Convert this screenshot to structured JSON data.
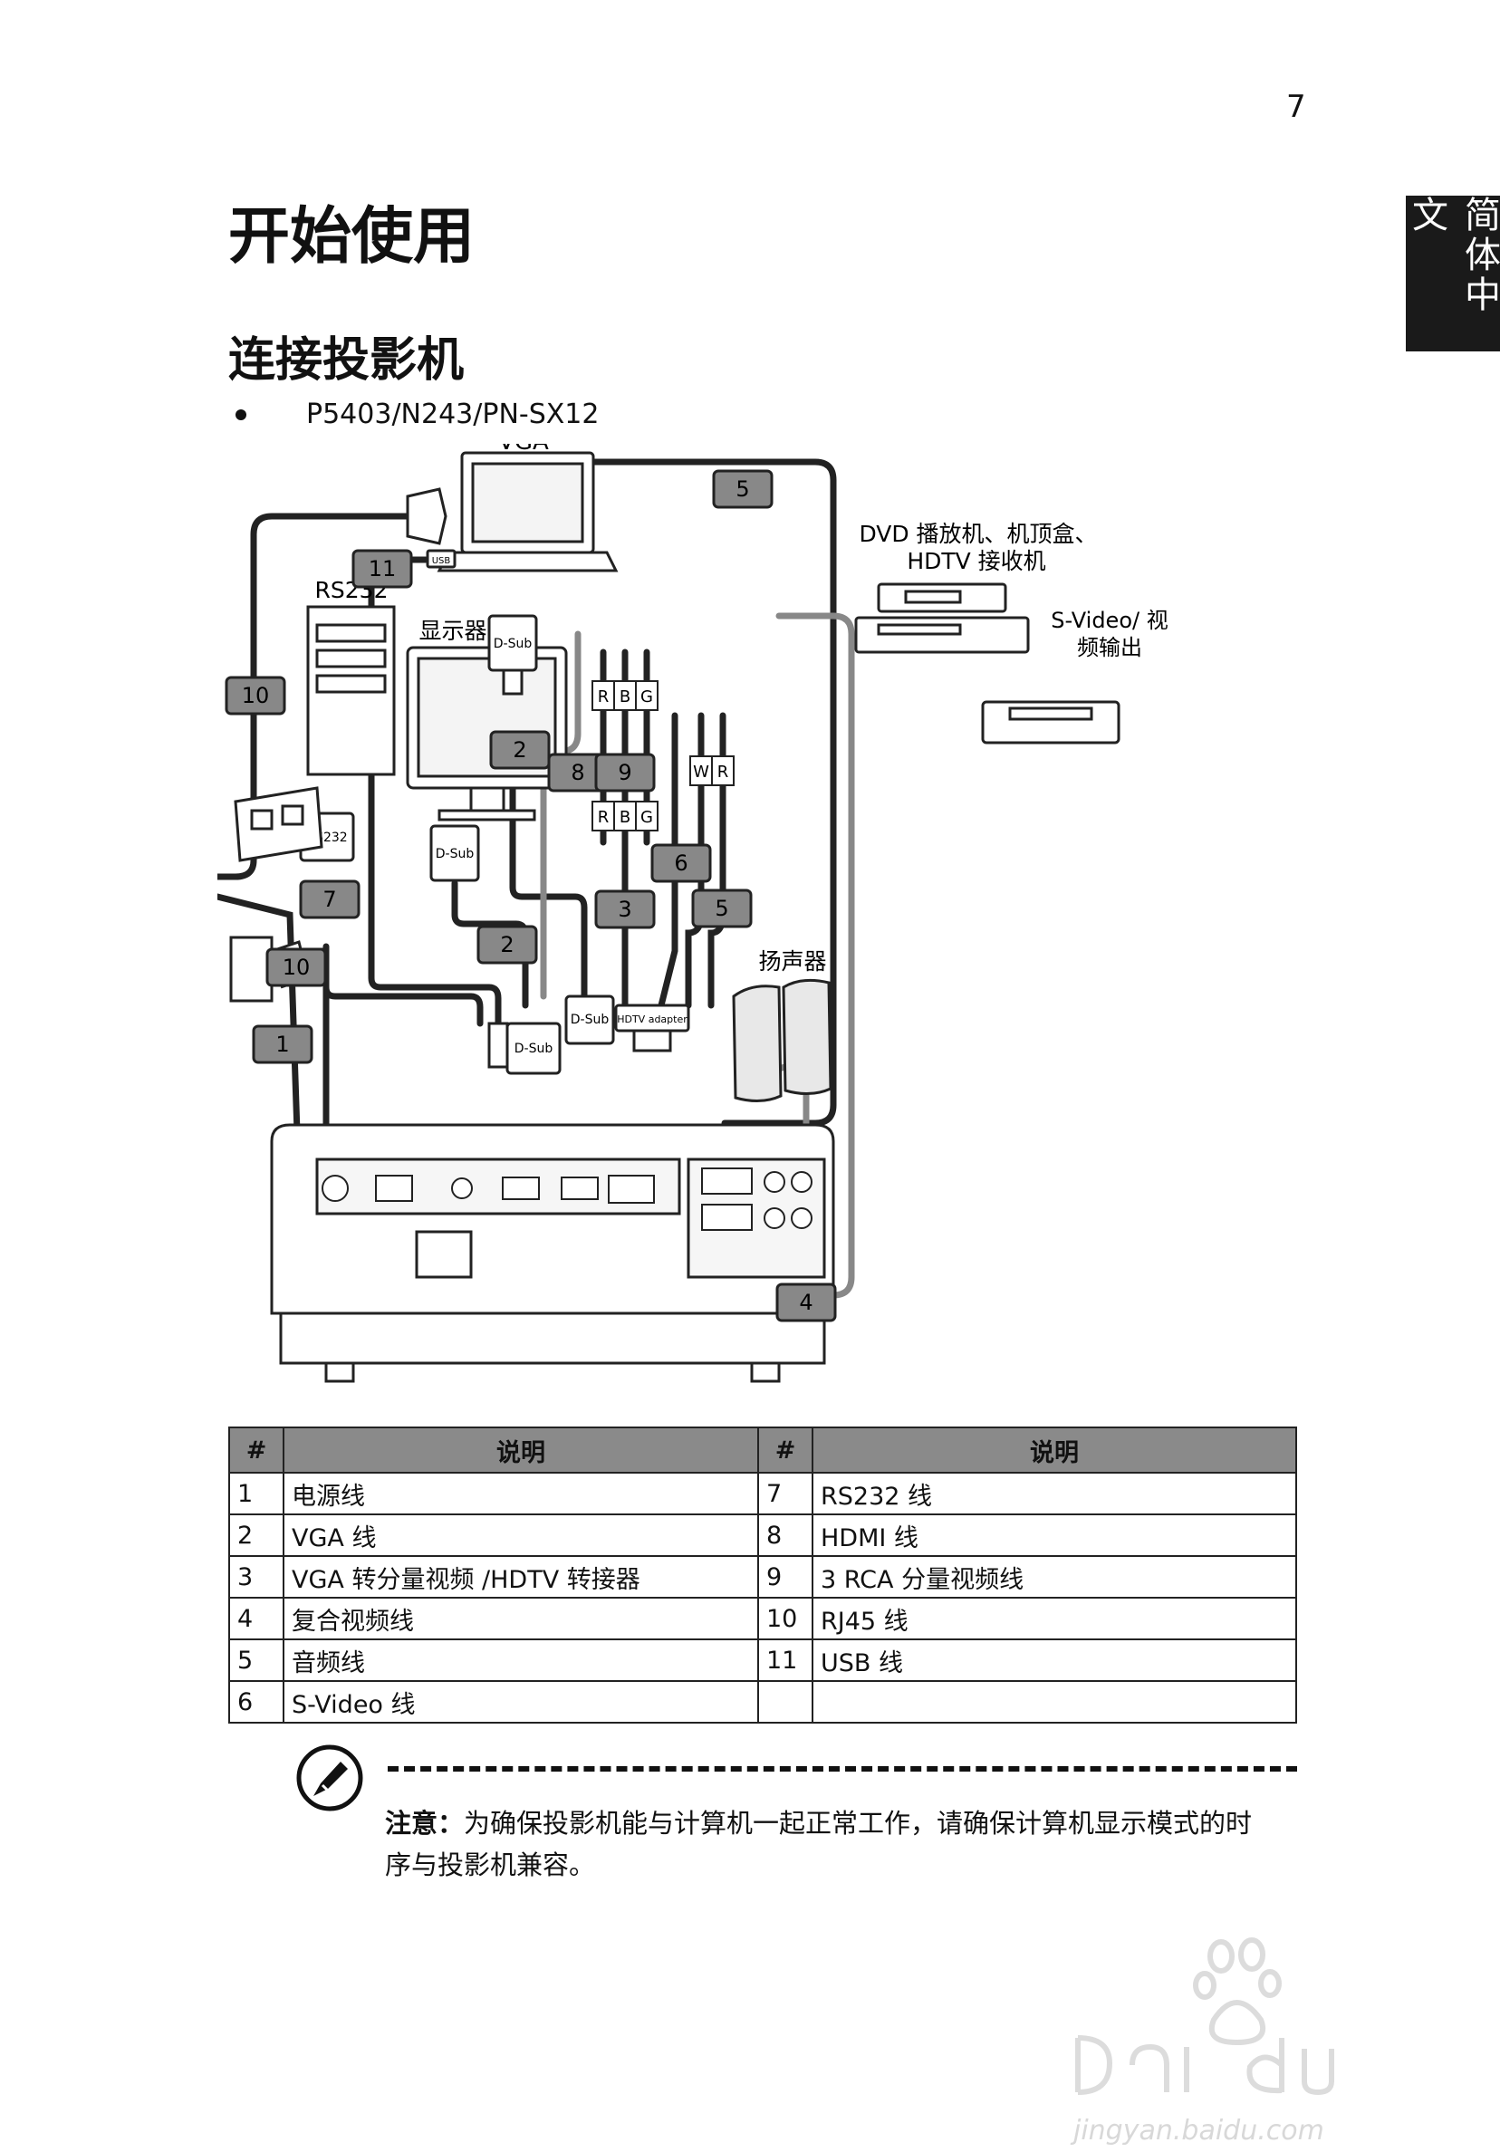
{
  "page_number": "7",
  "language_tab": "简体中文",
  "chapter_title": "开始使用",
  "section_title": "连接投影机",
  "model_line": "P5403/N243/PN-SX12",
  "diagram": {
    "labels": {
      "vga": "VGA",
      "dvd_line1": "DVD 播放机、机顶盒、",
      "dvd_line2": "HDTV 接收机",
      "svideo_line1": "S-Video/ 视",
      "svideo_line2": "频输出",
      "rs232": "RS232",
      "monitor": "显示器",
      "speakers": "扬声器",
      "dsub": "D-Sub",
      "usb": "USB",
      "hdtv_adapter": "HDTV adapter",
      "r": "R",
      "b": "B",
      "g": "G",
      "w": "W"
    },
    "callouts": [
      "1",
      "2",
      "3",
      "4",
      "5",
      "6",
      "7",
      "8",
      "9",
      "10",
      "11"
    ]
  },
  "table": {
    "headers": [
      "#",
      "说明",
      "#",
      "说明"
    ],
    "rows": [
      [
        "1",
        "电源线",
        "7",
        "RS232 线"
      ],
      [
        "2",
        "VGA 线",
        "8",
        "HDMI 线"
      ],
      [
        "3",
        "VGA 转分量视频 /HDTV 转接器",
        "9",
        "3 RCA 分量视频线"
      ],
      [
        "4",
        "复合视频线",
        "10",
        "RJ45 线"
      ],
      [
        "5",
        "音频线",
        "11",
        "USB 线"
      ],
      [
        "6",
        "S-Video 线",
        "",
        ""
      ]
    ]
  },
  "note": {
    "label": "注意：",
    "text": "为确保投影机能与计算机一起正常工作，请确保计算机显示模式的时序与投影机兼容。"
  },
  "watermark": {
    "text": "jingyan.baidu.com"
  }
}
